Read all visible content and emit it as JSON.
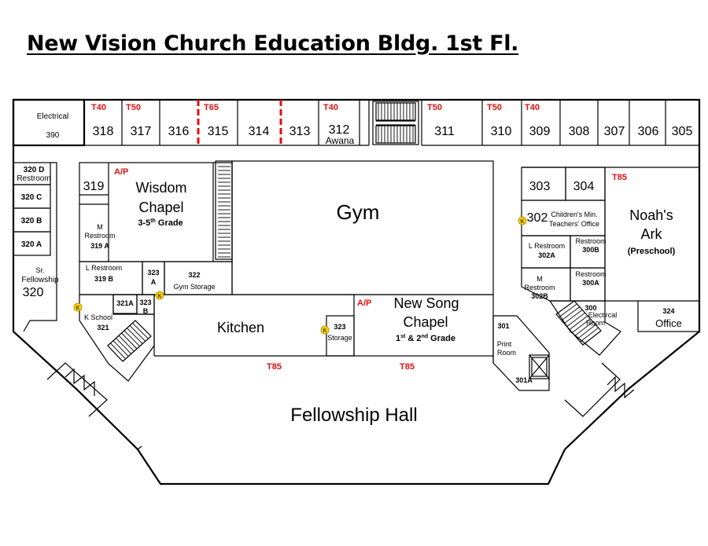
{
  "title": "New Vision Church Education Bldg. 1st Fl.",
  "room_label": {
    "electrical": "Electrical",
    "r390": "390",
    "r318": "318",
    "r317": "317",
    "r316": "316",
    "r315": "315",
    "r314": "314",
    "r313": "313",
    "r312": "312",
    "awana": "Awana",
    "r311": "311",
    "r310": "310",
    "r309": "309",
    "r308": "308",
    "r307": "307",
    "r306": "306",
    "r305": "305",
    "r320d": "320 D",
    "restroom_320d": "Restroom",
    "r320c": "320 C",
    "r320b": "320 B",
    "r320a": "320 A",
    "sr": "Sr.",
    "fellowship": "Fellowship",
    "r320": "320",
    "r319": "319",
    "wisdom": "Wisdom",
    "chapel": "Chapel",
    "grade_35": "3-5",
    "grade_35_sup": "th",
    "grade_word": " Grade",
    "m_319a": "M",
    "restroom_319a": "Restroom",
    "r319a": "319 A",
    "l_restroom_319b": "L Restroom",
    "r319b": "319 B",
    "r323a_num": "323",
    "r323a_letter": "A",
    "r322": "322",
    "gym_storage": "Gym Storage",
    "r321a": "321A",
    "r323b_num": "323",
    "r323b_letter": "B",
    "k_school": "K School",
    "r321": "321",
    "kitchen": "Kitchen",
    "gym": "Gym",
    "r323": "323",
    "storage": "Storage",
    "new_song": "New Song",
    "chapel2": "Chapel",
    "grade_12_a": "1",
    "grade_12_sup1": "st",
    "grade_12_amp": " & 2",
    "grade_12_sup2": "nd",
    "grade_12_word": " Grade",
    "fellowship_hall": "Fellowship Hall",
    "r303": "303",
    "r304": "304",
    "r302": "302",
    "childrens_min": "Children's Min.",
    "teachers_office": "Teachers' Office",
    "noahs": "Noah's",
    "ark": "Ark",
    "preschool": "(Preschool)",
    "l_restroom_302a": "L Restroom",
    "r302a": "302A",
    "restroom_300b": "Restroom",
    "r300b": "300B",
    "m_302b": "M",
    "restroom_302b": "Restroom",
    "r302b": "302B",
    "restroom_300a": "Restroom",
    "r300a": "300A",
    "r300": "300",
    "electrical_300": "Electircal",
    "room_300": "Room",
    "r324": "324",
    "office": "Office",
    "r301": "301",
    "print": "Print",
    "room_301": "Room",
    "r301a": "301A"
  },
  "red_tags": {
    "t318": "T40",
    "t317": "T50",
    "t315": "T65",
    "t312": "T40",
    "t311": "T50",
    "t310": "T50",
    "t309": "T40",
    "t303": "T85",
    "ap_wisdom": "A/P",
    "ap_newsong": "A/P",
    "t_hall_left": "T85",
    "t_hall_right": "T85"
  },
  "k_marker": "K",
  "colors": {
    "tag_red": "#e01010",
    "k_yellow": "#f5d000"
  }
}
